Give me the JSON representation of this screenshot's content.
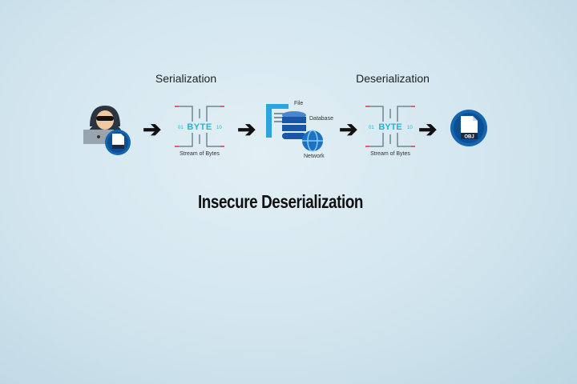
{
  "diagram": {
    "title": "Insecure Deserialization",
    "stage_labels": {
      "serialization": "Serialization",
      "deserialization": "Deserialization"
    },
    "object_label": "OBJ",
    "byte_label": "BYTE",
    "stream_label": "Stream of Bytes",
    "storage": {
      "file": "File",
      "database": "Database",
      "network": "Network"
    },
    "icons": [
      "hacker-icon",
      "object-file-icon",
      "arrow-right-icon",
      "byte-stream-icon",
      "file-icon",
      "database-icon",
      "network-globe-icon"
    ],
    "colors": {
      "background": "#d2e5ee",
      "accent_cyan": "#1db6d6",
      "object_blue": "#1565b0",
      "byte_red": "#e0606a"
    }
  }
}
